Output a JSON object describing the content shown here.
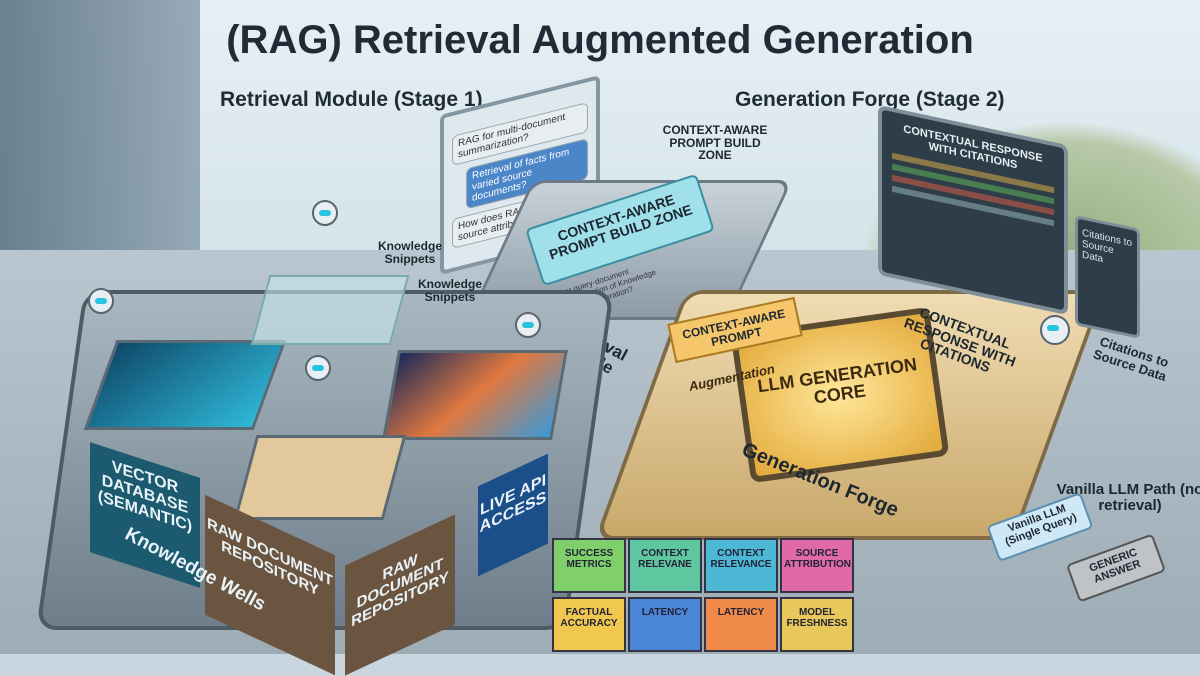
{
  "title": "(RAG) Retrieval Augmented Generation",
  "retrieval": {
    "stage_title": "Retrieval Module (Stage 1)",
    "module_label": "Retrieval Module",
    "knowledge_snippets_1": "Knowledge Snippets",
    "knowledge_snippets_2": "Knowledge Snippets",
    "knowledge_wells": "Knowledge Wells",
    "vector_db": "VECTOR DATABASE (SEMANTIC)",
    "raw_repo_1": "RAW DOCUMENT REPOSITORY",
    "raw_repo_2": "RAW DOCUMENT REPOSITORY",
    "live_api": "LIVE API ACCESS"
  },
  "chat": {
    "messages": [
      "RAG for multi-document summarization?",
      "Retrieval of facts from varied source documents?",
      "How does RAG improve source attribution?"
    ]
  },
  "prompt_zone": {
    "callout": "CONTEXT-AWARE PROMPT BUILD ZONE",
    "panel_title": "CONTEXT-AWARE PROMPT BUILD ZONE",
    "panel_text": "User query-document summarization of Knowledge Snippets generation?"
  },
  "generation": {
    "stage_title": "Generation Forge (Stage 2)",
    "context_prompt": "CONTEXT-AWARE PROMPT",
    "augmentation": "Augmentation",
    "core": "LLM GENERATION CORE",
    "forge_label": "Generation Forge",
    "response_callout": "CONTEXTUAL RESPONSE WITH CITATIONS",
    "response_panel_title": "CONTEXTUAL RESPONSE WITH CITATIONS",
    "citations_panel_title": "Citations to Source Data",
    "citations_callout": "Citations to Source Data"
  },
  "metrics": [
    {
      "label": "SUCCESS METRICS",
      "color": "#7fcf6a"
    },
    {
      "label": "CONTEXT RELEVANE",
      "color": "#5fc7a0"
    },
    {
      "label": "CONTEXT RELEVANCE",
      "color": "#4cb8d6"
    },
    {
      "label": "SOURCE ATTRIBUTION",
      "color": "#e06aa8"
    },
    {
      "label": "FACTUAL ACCURACY",
      "color": "#f0c850"
    },
    {
      "label": "LATENCY",
      "color": "#4a86d8"
    },
    {
      "label": "LATENCY",
      "color": "#ef8a4a"
    },
    {
      "label": "MODEL FRESHNESS",
      "color": "#e8c85a"
    }
  ],
  "vanilla": {
    "path_title": "Vanilla LLM Path (no retrieval)",
    "box": "Vanilla LLM (Single Query)",
    "answer": "GENERIC ANSWER"
  }
}
